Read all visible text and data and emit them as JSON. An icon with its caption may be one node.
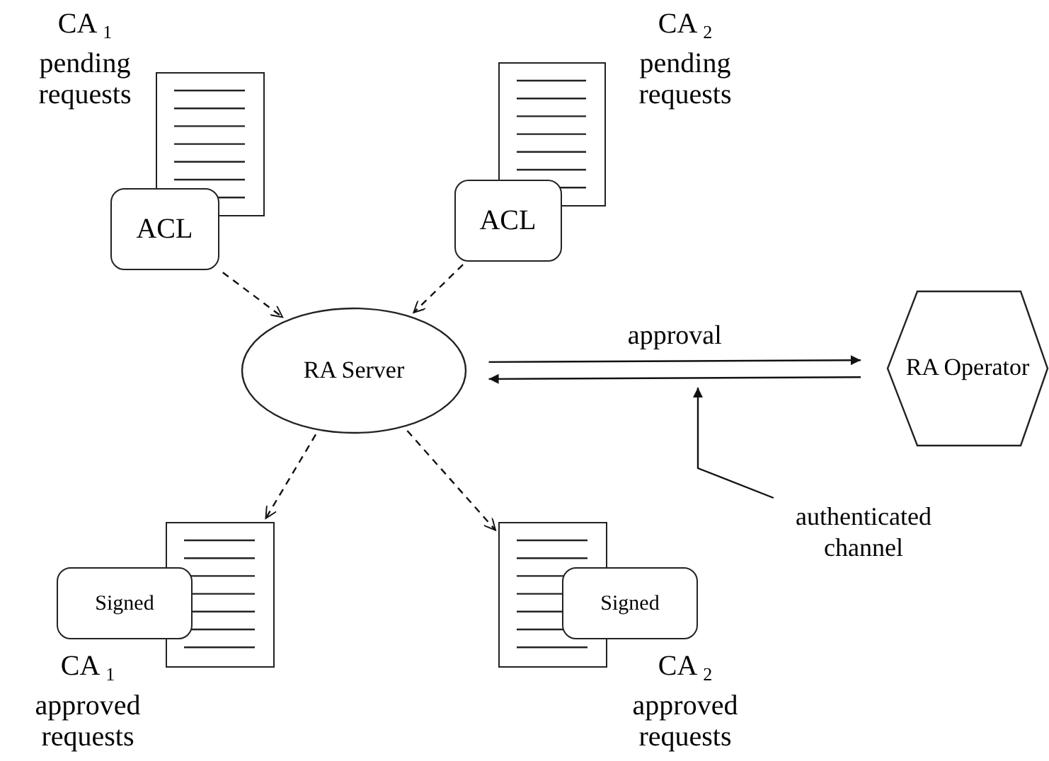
{
  "diagram": {
    "nodes": [
      {
        "text": [],
        "shape": "document",
        "beside": [
          "CA $_{1}$ pending requests"
        ]
      },
      {
        "text": [
          "ACL"
        ]
      },
      {
        "text": [],
        "shape": "document",
        "beside": [
          "CA $_{2}$ pending requests"
        ]
      },
      {
        "text": [
          "ACL"
        ]
      },
      {
        "text": [
          "RA Server"
        ]
      },
      {
        "text": [
          "RA Operator"
        ]
      },
      {
        "text": [],
        "shape": "document",
        "beside": [
          "CA $_{1}$ approved requests"
        ]
      },
      {
        "text": [
          "Signed"
        ]
      },
      {
        "text": [],
        "shape": "document",
        "beside": [
          "CA $_{2}$ approved requests"
        ]
      },
      {
        "text": [
          "Signed"
        ]
      },
      {
        "text": [
          "authenticated channel"
        ]
      }
    ],
    "edges": [
      {
        "from": 1,
        "to": 4,
        "arrow": "to",
        "style": "dashed"
      },
      {
        "from": 3,
        "to": 4,
        "arrow": "to",
        "style": "dashed"
      },
      {
        "from": 4,
        "to": 6,
        "arrow": "to",
        "style": "dashed"
      },
      {
        "from": 4,
        "to": 8,
        "arrow": "to",
        "style": "dashed"
      },
      {
        "from": 4,
        "to": 5,
        "arrow": "to",
        "label": "approval"
      },
      {
        "from": 5,
        "to": 4,
        "arrow": "to"
      },
      {
        "from": 10,
        "to": null,
        "arrow": "to"
      }
    ]
  }
}
